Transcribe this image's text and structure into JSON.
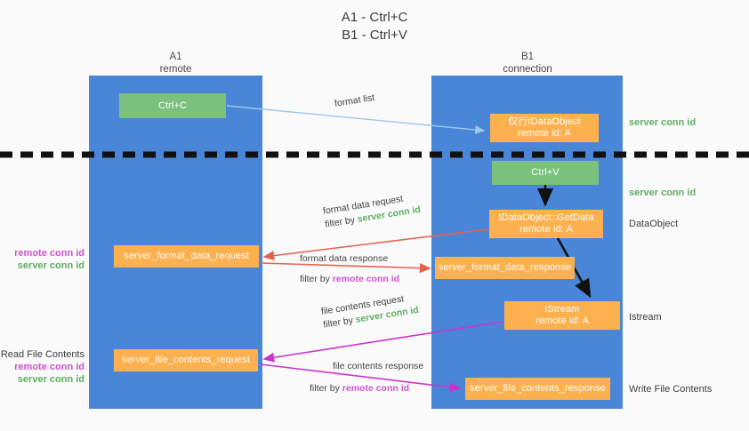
{
  "title": "A1 - Ctrl+C\nB1 - Ctrl+V",
  "columns": {
    "left": "A1\nremote",
    "right": "B1\nconnection"
  },
  "boxes": {
    "ctrl_c": "Ctrl+C",
    "data_object": "仅行IDataObject\nremote id: A",
    "ctrl_v": "Ctrl+V",
    "get_data": "IDataObject::GetData\nremote id: A",
    "server_format_data_request": "server_format_data_request",
    "server_format_data_response": "server_format_data_response",
    "istream": "IStream\nremote id: A",
    "server_file_contents_request": "server_file_contents_request",
    "server_file_contents_response": "server_file_contents_response"
  },
  "right_labels": {
    "server_conn_id_top": "server conn id",
    "server_conn_id_mid": "server conn id",
    "data_object": "DataObject",
    "istream": "Istream",
    "write_file_contents": "Write File Contents"
  },
  "side_labels": {
    "block1_remote": "remote conn id",
    "block1_server": "server conn id",
    "read_file_contents": "Read File Contents",
    "block2_remote": "remote conn id",
    "block2_server": "server conn id"
  },
  "arrow_labels": {
    "format_list": "format list",
    "format_data_request": "format data request",
    "format_data_request_filter_prefix": "filter by ",
    "format_data_request_filter_value": "server conn id",
    "format_data_response": "format data response",
    "format_data_response_filter_prefix": "filter by ",
    "format_data_response_filter_value": "remote conn id",
    "file_contents_request": "file contents request",
    "file_contents_request_filter_prefix": "filter by ",
    "file_contents_request_filter_value": "server conn id",
    "file_contents_response": "file contents response",
    "file_contents_response_filter_prefix": "filter by ",
    "file_contents_response_filter_value": "remote conn id"
  },
  "colors": {
    "lane": "#4a86d8",
    "green_box": "#79c17d",
    "orange_box": "#fcb04e",
    "green_text": "#5fae63",
    "magenta_text": "#cc55cc",
    "light_blue_arrow": "#9cc6ea",
    "red_arrow": "#e8604c",
    "magenta_arrow": "#cc33cc",
    "black_arrow": "#111111",
    "background": "#fafafa"
  }
}
